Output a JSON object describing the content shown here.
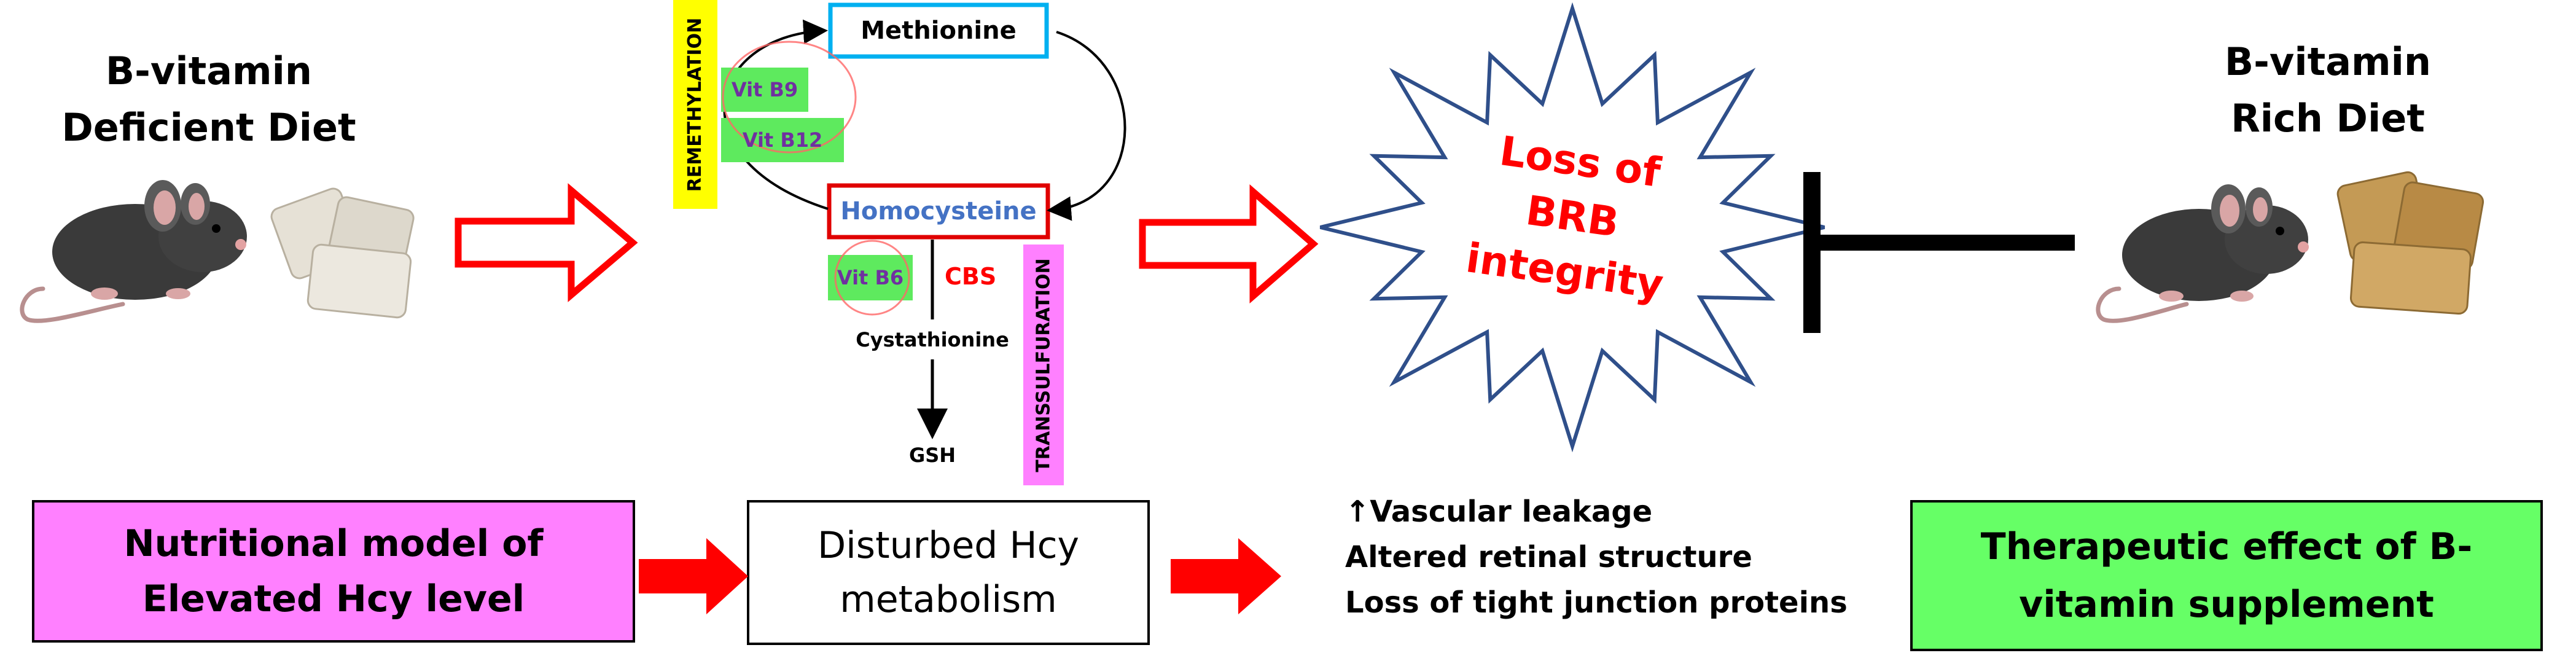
{
  "left_diet": {
    "line1": "B-vitamin",
    "line2": "Deficient Diet"
  },
  "right_diet": {
    "line1": "B-vitamin",
    "line2": "Rich Diet"
  },
  "pathway": {
    "methionine": "Methionine",
    "homocysteine": "Homocysteine",
    "cystathionine": "Cystathionine",
    "gsh": "GSH",
    "cbs": "CBS",
    "vit_b9": "Vit B9",
    "vit_b12": "Vit B12",
    "vit_b6": "Vit B6",
    "remethylation": "REMETHYLATION",
    "transsulfuration": "TRANSSULFURATION"
  },
  "brb": {
    "line1": "Loss of",
    "line2": "BRB",
    "line3": "integrity"
  },
  "bottom": {
    "nutritional_model_line1": "Nutritional model of",
    "nutritional_model_line2": "Elevated Hcy level",
    "disturbed_line1": "Disturbed Hcy",
    "disturbed_line2": "metabolism",
    "effects": [
      "↑Vascular leakage",
      "Altered retinal structure",
      "Loss of tight junction proteins"
    ],
    "therapeutic_line1": "Therapeutic effect of B-",
    "therapeutic_line2": "vitamin supplement"
  },
  "colors": {
    "arrow_red": "#ff0000",
    "magenta_box": "#ff80ff",
    "green_box": "#66ff66",
    "vitamin_green": "#5eea5e",
    "remethylation_yellow": "#ffff00",
    "transsulfuration_pink": "#ff80ff",
    "methionine_border": "#00b0f0",
    "homocysteine_text": "#4472c4",
    "starburst_outline": "#2f4f8a",
    "vitamin_text": "#7030a0",
    "mouse_fur": "#3a3a3a",
    "pellet_light": "#e6e1d6",
    "pellet_brown": "#c49a55"
  },
  "icons": [
    "mouse-icon",
    "food-pellet-icon",
    "starburst-shape",
    "inhibition-symbol"
  ]
}
